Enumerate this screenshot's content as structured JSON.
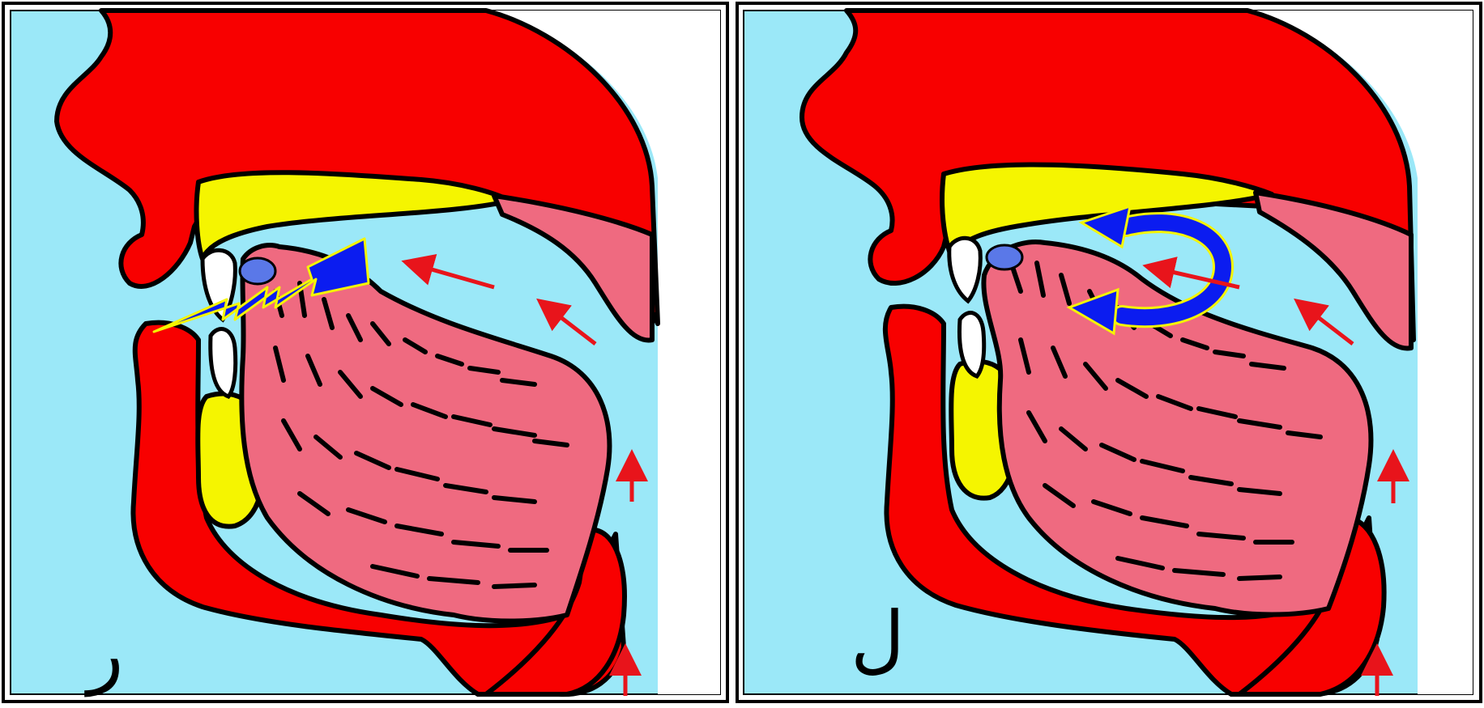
{
  "panels": [
    {
      "letter": "ر",
      "gesture": "tap-flap"
    },
    {
      "letter": "ل",
      "gesture": "lateral-curl"
    }
  ],
  "colors": {
    "cavity": "#9be8f8",
    "flesh": "#f80000",
    "palate": "#f5f500",
    "tongue": "#ef6a80",
    "gesture": "#0b1cf0",
    "airflow_arrow": "#e8141b",
    "outline": "#000000"
  },
  "icons": [
    "tooth",
    "tongue",
    "air-flow-arrow",
    "zigzag-vibration-icon",
    "curl-arrow-icon"
  ]
}
